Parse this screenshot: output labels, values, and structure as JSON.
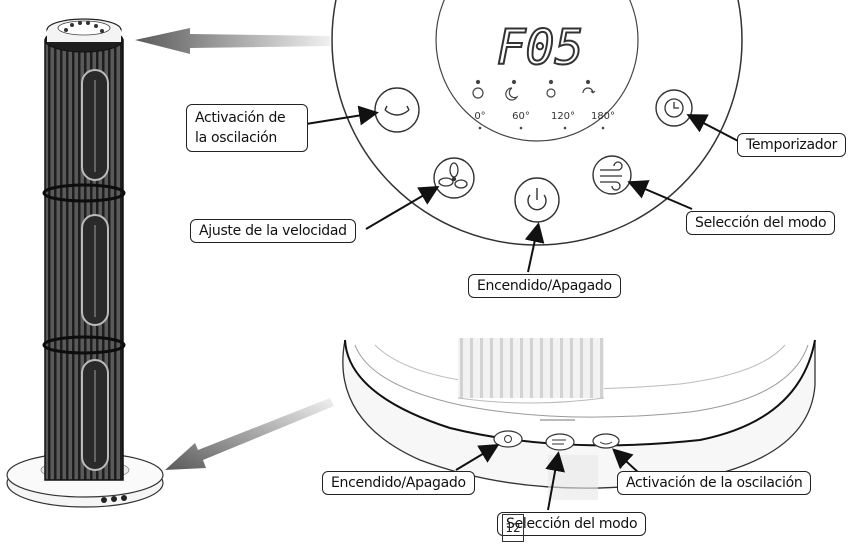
{
  "display": {
    "text": "F05"
  },
  "angles": [
    "0°",
    "60°",
    "120°",
    "180°"
  ],
  "labels": {
    "oscillation_top": "Activación de la oscilación",
    "speed": "Ajuste de la velocidad",
    "power_top": "Encendido/Apagado",
    "mode_top": "Selección del modo",
    "timer": "Temporizador",
    "power_bottom": "Encendido/Apagado",
    "mode_bottom": "Selección del modo",
    "oscillation_bottom": "Activación de la oscilación"
  },
  "page_number": "12"
}
